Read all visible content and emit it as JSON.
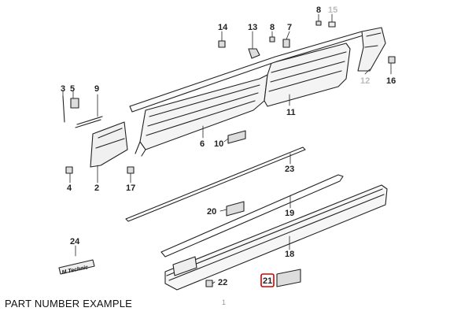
{
  "labels": {
    "l1": "1",
    "l2": "2",
    "l3": "3",
    "l4": "4",
    "l5": "5",
    "l6": "6",
    "l7": "7",
    "l8a": "8",
    "l8b": "8",
    "l9": "9",
    "l10": "10",
    "l11": "11",
    "l12": "12",
    "l13": "13",
    "l14": "14",
    "l15": "15",
    "l16": "16",
    "l17": "17",
    "l18": "18",
    "l19": "19",
    "l20": "20",
    "l21": "21",
    "l22": "22",
    "l23": "23",
    "l24": "24"
  },
  "badge_text": "M Technic",
  "caption": "PART NUMBER EXAMPLE",
  "highlight_color": "#d40000"
}
